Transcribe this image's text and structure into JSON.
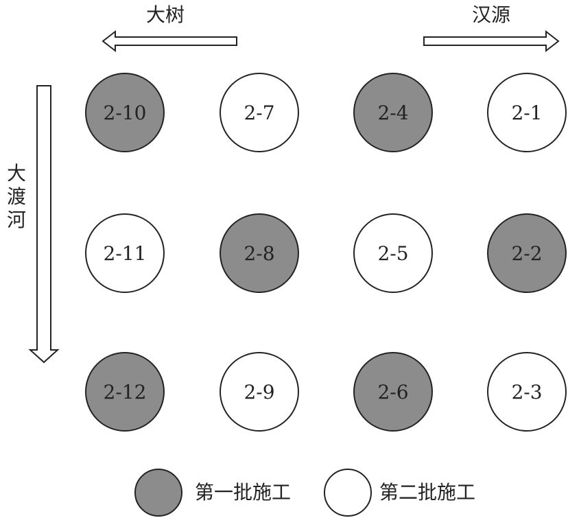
{
  "direction_labels": {
    "left": "大树",
    "right": "汉源",
    "down": "大渡河"
  },
  "colors": {
    "batch1_fill": "#8c8c8c",
    "batch2_fill": "#ffffff",
    "stroke": "#222222"
  },
  "piles": [
    {
      "id": "2-10",
      "batch": 1
    },
    {
      "id": "2-7",
      "batch": 2
    },
    {
      "id": "2-4",
      "batch": 1
    },
    {
      "id": "2-1",
      "batch": 2
    },
    {
      "id": "2-11",
      "batch": 2
    },
    {
      "id": "2-8",
      "batch": 1
    },
    {
      "id": "2-5",
      "batch": 2
    },
    {
      "id": "2-2",
      "batch": 1
    },
    {
      "id": "2-12",
      "batch": 1
    },
    {
      "id": "2-9",
      "batch": 2
    },
    {
      "id": "2-6",
      "batch": 1
    },
    {
      "id": "2-3",
      "batch": 2
    }
  ],
  "legend": {
    "batch1_label": "第一批施工",
    "batch2_label": "第二批施工"
  }
}
